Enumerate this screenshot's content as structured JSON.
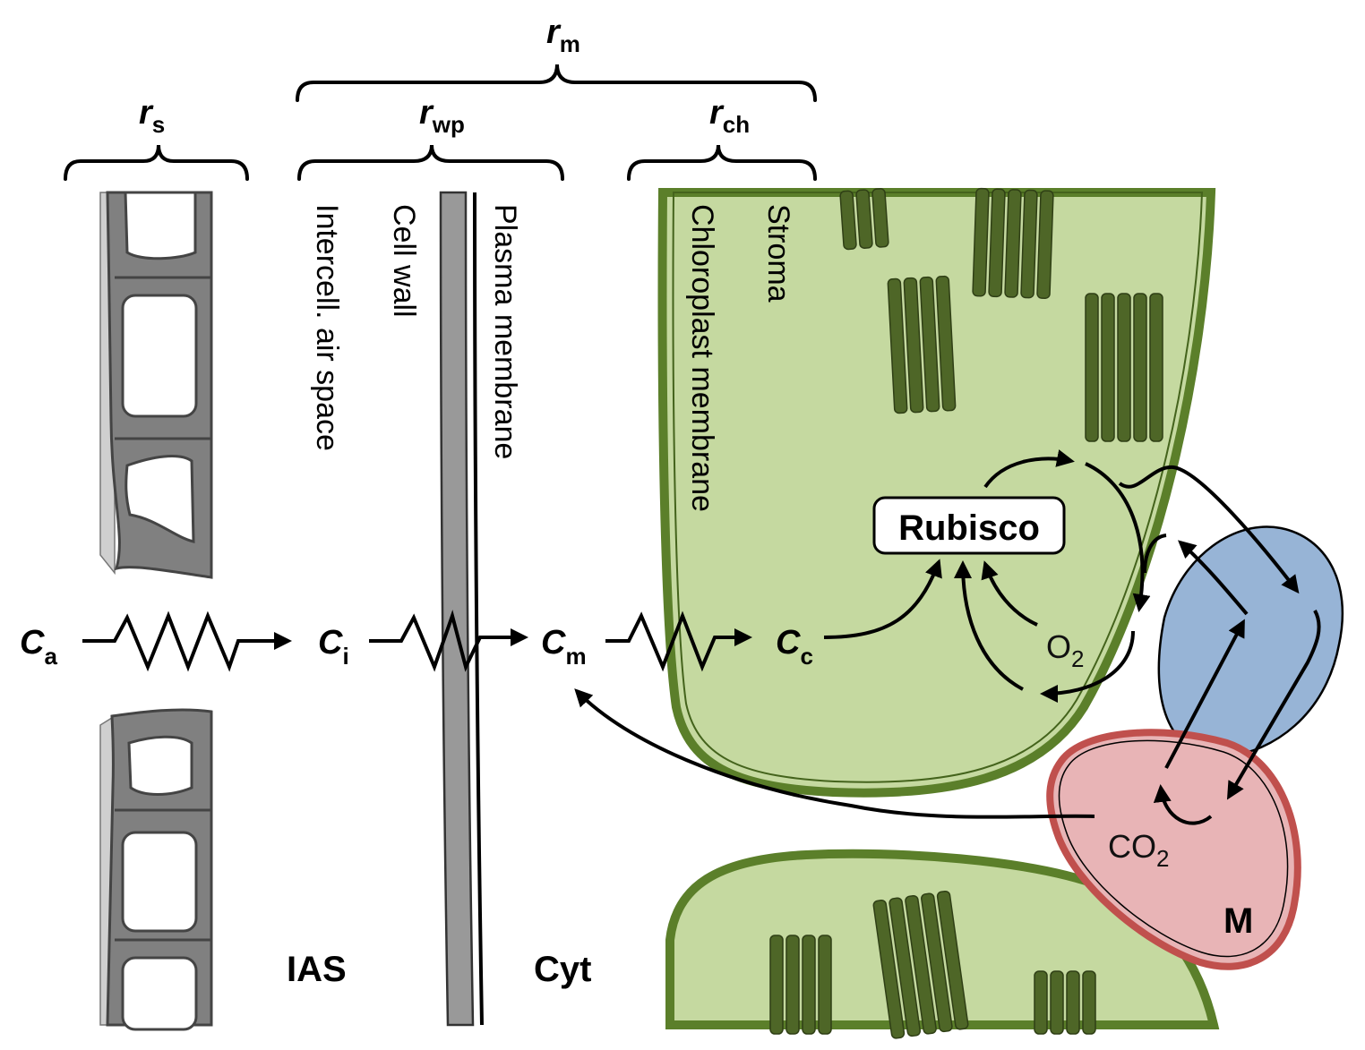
{
  "resistances": {
    "rm": {
      "symbol": "r",
      "sub": "m"
    },
    "rs": {
      "symbol": "r",
      "sub": "s"
    },
    "rwp": {
      "symbol": "r",
      "sub": "wp"
    },
    "rch": {
      "symbol": "r",
      "sub": "ch"
    }
  },
  "concentrations": {
    "ca": {
      "symbol": "C",
      "sub": "a"
    },
    "ci": {
      "symbol": "C",
      "sub": "i"
    },
    "cm": {
      "symbol": "C",
      "sub": "m"
    },
    "cc": {
      "symbol": "C",
      "sub": "c"
    }
  },
  "layers": {
    "intercellular": "Intercell. air space",
    "cell_wall": "Cell wall",
    "plasma_membrane": "Plasma membrane",
    "chloroplast_membrane": "Chloroplast membrane",
    "stroma": "Stroma"
  },
  "regions": {
    "ias": "IAS",
    "cyt": "Cyt",
    "mito": "M"
  },
  "enzyme": "Rubisco",
  "gases": {
    "o2": {
      "base": "O",
      "sub": "2"
    },
    "co2": {
      "base": "CO",
      "sub": "2"
    }
  },
  "colors": {
    "chloroplast_fill": "#c5d9a0",
    "chloroplast_edge": "#5b7f2a",
    "thylakoid": "#4e6627",
    "peroxisome_fill": "#97b4d6",
    "mitochondrion_fill": "#e8b4b6",
    "mitochondrion_edge": "#c0504d",
    "guard_cell": "#808080",
    "cell_wall": "#999999"
  }
}
